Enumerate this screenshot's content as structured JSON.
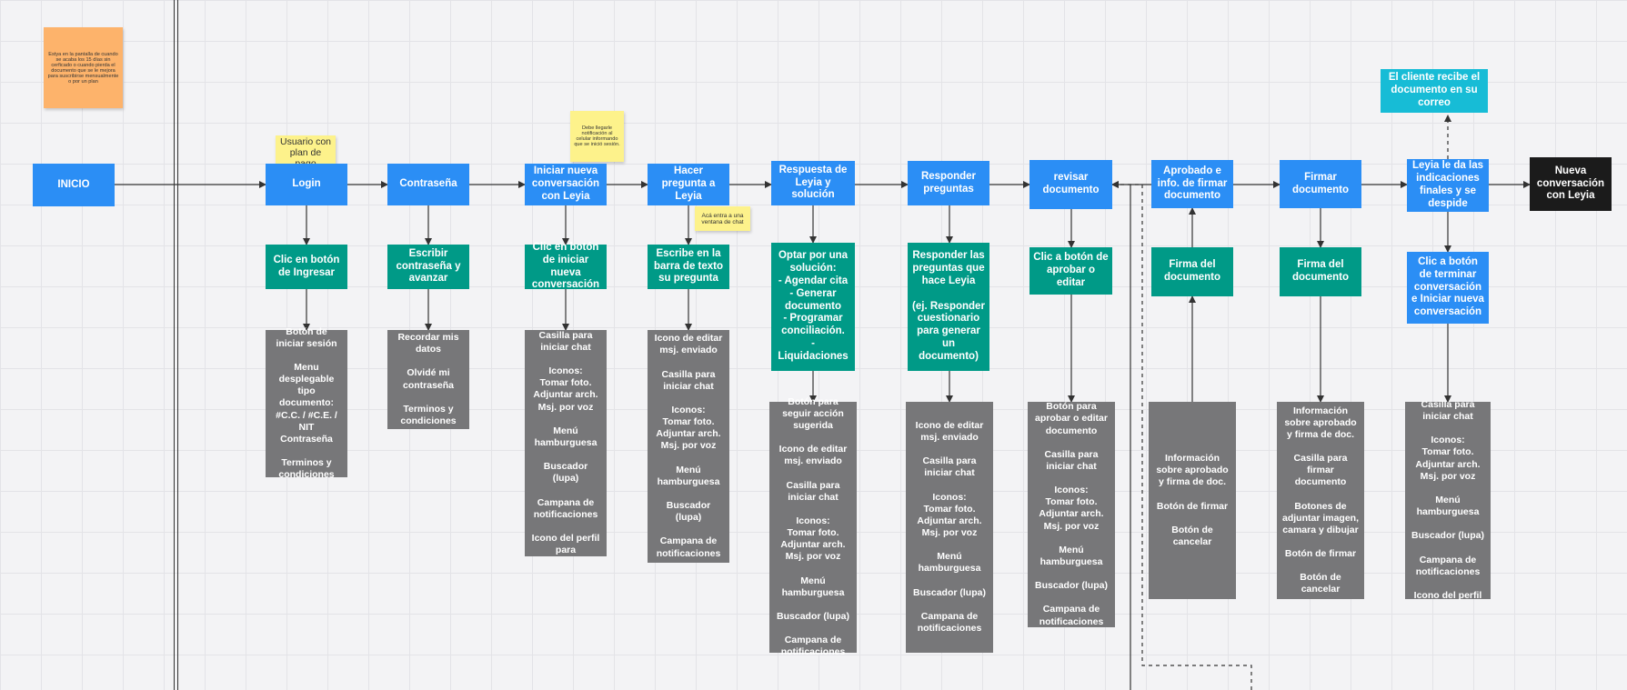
{
  "flow": {
    "start": "INICIO",
    "steps": [
      {
        "id": "login",
        "title": "Login",
        "action": "Clic en botón de Ingresar",
        "elements": "Botón de iniciar sesión\n\nMenu desplegable tipo documento:\n#C.C. / #C.E. / NIT\nContraseña\n\nTerminos y condiciones"
      },
      {
        "id": "password",
        "title": "Contraseña",
        "action": "Escribir contraseña y avanzar",
        "elements": "Recordar mis datos\n\nOlvidé mi contraseña\n\nTerminos y condiciones"
      },
      {
        "id": "new-chat",
        "title": "Iniciar nueva conversación con Leyia",
        "action": "Clic en botón de iniciar nueva conversación",
        "elements": "Casilla para iniciar chat\n\nIconos:\nTomar foto.\nAdjuntar arch.\nMsj. por voz\n\nMenú hamburguesa\n\nBuscador (lupa)\n\nCampana de notificaciones\n\nIcono del perfil para"
      },
      {
        "id": "ask",
        "title": "Hacer pregunta a Leyia",
        "action": "Escribe en la barra de texto su pregunta",
        "elements": "Icono de editar msj. enviado\n\nCasilla para iniciar chat\n\nIconos:\nTomar foto.\nAdjuntar arch.\nMsj. por voz\n\nMenú hamburguesa\n\nBuscador (lupa)\n\nCampana de notificaciones"
      },
      {
        "id": "response",
        "title": "Respuesta de Leyia y solución",
        "action": "Optar por una solución:\n- Agendar cita\n- Generar documento\n- Programar conciliación.\n- Liquidaciones",
        "elements": "Botón para seguir acción sugerida\n\nIcono de editar msj. enviado\n\nCasilla para iniciar chat\n\nIconos:\nTomar foto.\nAdjuntar arch.\nMsj. por voz\n\nMenú hamburguesa\n\nBuscador (lupa)\n\nCampana de notificaciones"
      },
      {
        "id": "answer",
        "title": "Responder preguntas",
        "action": "Responder las preguntas que hace Leyia\n\n(ej. Responder cuestionario para generar un documento)",
        "elements": "Icono de editar msj. enviado\n\nCasilla para iniciar chat\n\nIconos:\nTomar foto.\nAdjuntar arch.\nMsj. por voz\n\nMenú hamburguesa\n\nBuscador (lupa)\n\nCampana de notificaciones"
      },
      {
        "id": "review",
        "title": "revisar documento",
        "action": "Clic a botón de aprobar o editar",
        "elements": "Botón para aprobar o editar documento\n\nCasilla para iniciar chat\n\nIconos:\nTomar foto.\nAdjuntar arch.\nMsj. por voz\n\nMenú hamburguesa\n\nBuscador (lupa)\n\nCampana de notificaciones"
      },
      {
        "id": "approved",
        "title": "Aprobado e info. de firmar documento",
        "action": "Firma del documento",
        "elements": "Información sobre aprobado y firma de doc.\n\nBotón de firmar\n\nBotón de cancelar"
      },
      {
        "id": "sign",
        "title": "Firmar documento",
        "action": "Firma del documento",
        "elements": "Información sobre aprobado y firma de doc.\n\nCasilla para firmar documento\n\nBotones de adjuntar imagen, camara y dibujar\n\nBotón de firmar\n\nBotón de cancelar"
      },
      {
        "id": "farewell",
        "title": "Leyia le da las indicaciones finales y se despide",
        "action": "Clic a botón de terminar conversación e Iniciar nueva conversación",
        "elements": "Casilla para iniciar chat\n\nIconos:\nTomar foto.\nAdjuntar arch.\nMsj. por voz\n\nMenú hamburguesa\n\nBuscador (lupa)\n\nCampana de notificaciones\n\nIcono del perfil"
      }
    ],
    "email": "El cliente recibe el documento en su correo",
    "end": "Nueva conversación con Leyia"
  },
  "notes": {
    "orange": "Estya en la pantalla de cuando se acaba los 15 días sin cerficado o cuando pierda el documento que se le mejora para suscribirse mensualmente o por un plan",
    "user": "Usuario con plan de pago",
    "phone": "Debe llegarle notificación al celular informando que se inició sesión.",
    "chat": "Acá entra a una ventana de chat"
  },
  "colors": {
    "main_step": "#2b8ef5",
    "action": "#009a87",
    "elements": "#777779",
    "email": "#17bcd6",
    "end": "#1b1b1b",
    "note_yellow": "#fdf28b",
    "note_orange": "#fdb36b"
  }
}
